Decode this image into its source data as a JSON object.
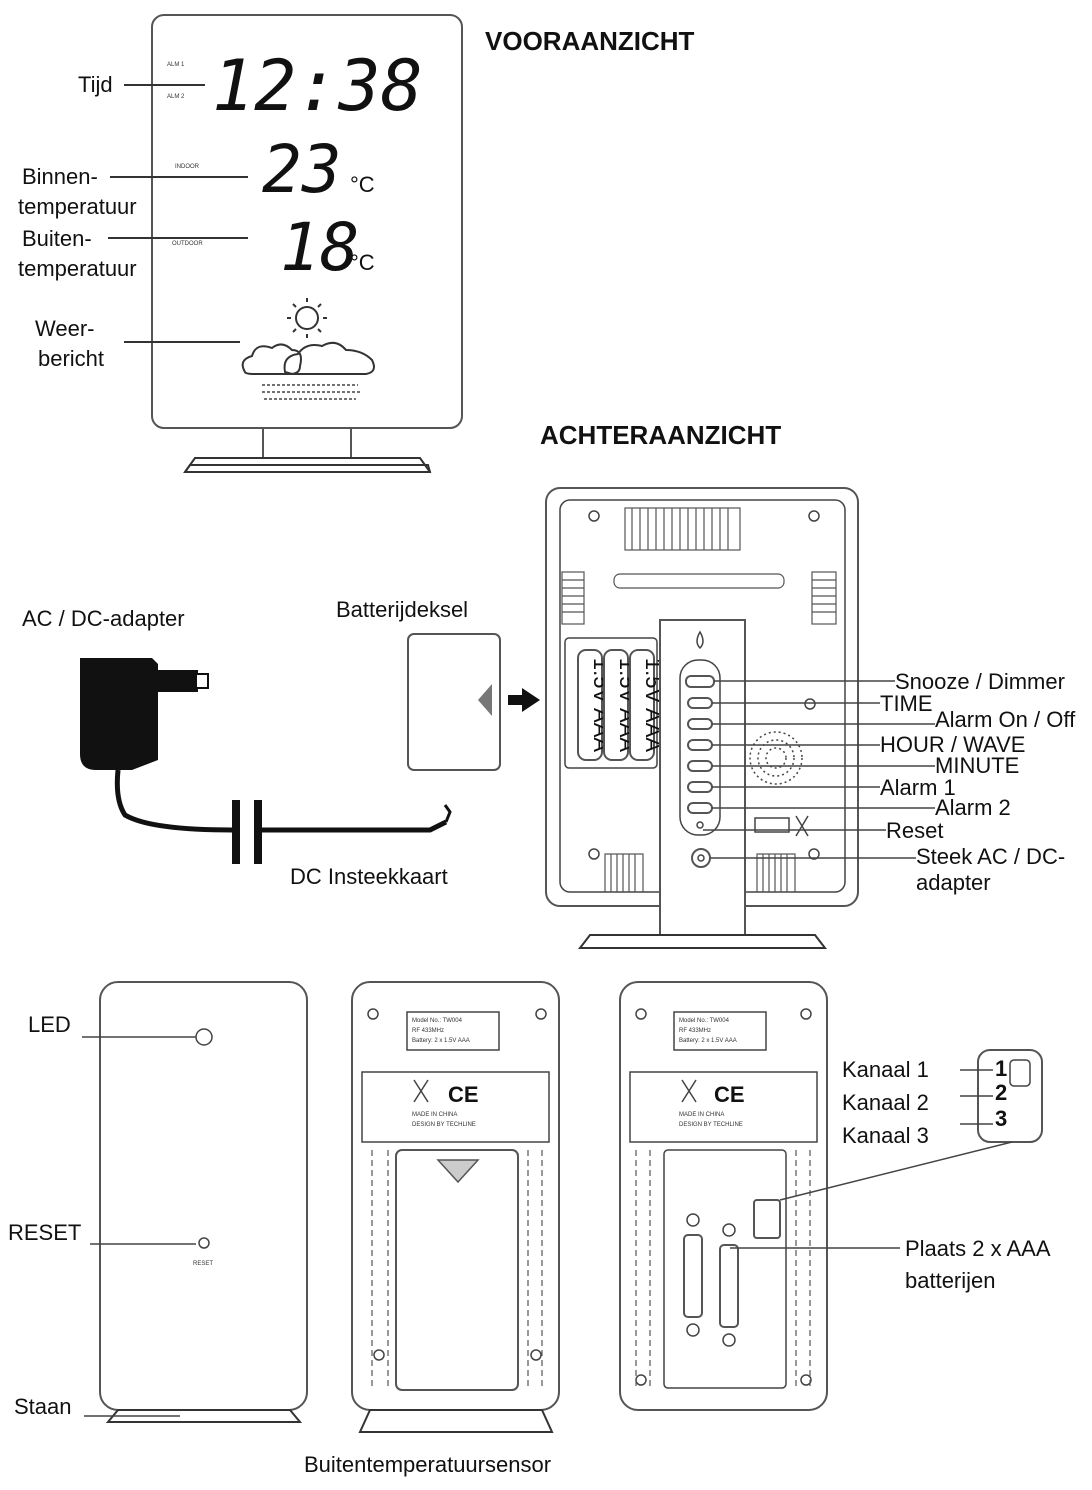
{
  "titles": {
    "front": "VOORAANZICHT",
    "back": "ACHTERAANZICHT",
    "sensor": "Buitentemperatuursensor"
  },
  "front": {
    "labels": {
      "time": "Tijd",
      "indoor_1": "Binnen-",
      "indoor_2": "temperatuur",
      "outdoor_1": "Buiten-",
      "outdoor_2": "temperatuur",
      "weather_1": "Weer-",
      "weather_2": "bericht"
    },
    "display": {
      "time": "12:38",
      "indoor_temp": "23",
      "outdoor_temp": "18",
      "unit": "°C",
      "alarm1": "ALM 1",
      "alarm2": "ALM 2",
      "indoor_tag": "INDOOR",
      "outdoor_tag": "OUTDOOR"
    }
  },
  "adapter": {
    "label": "AC / DC-adapter",
    "plug_label": "DC Insteekkaart"
  },
  "battery_cover": {
    "label": "Batterijdeksel"
  },
  "back": {
    "batteries": [
      "1.5V AAA",
      "1.5V AAA",
      "1.5V AAA"
    ],
    "buttons": [
      {
        "label": "Snooze / Dimmer"
      },
      {
        "label": "TIME"
      },
      {
        "label": "Alarm On / Off"
      },
      {
        "label": "HOUR / WAVE"
      },
      {
        "label": "MINUTE"
      },
      {
        "label": "Alarm 1"
      },
      {
        "label": "Alarm 2"
      },
      {
        "label": "Reset"
      }
    ],
    "dc_label_1": "Steek AC / DC-",
    "dc_label_2": "adapter"
  },
  "sensor": {
    "front_labels": {
      "led": "LED",
      "reset": "RESET",
      "stand": "Staan",
      "reset_tiny": "RESET"
    },
    "plate": {
      "line1": "Model No.: TW004",
      "line2": "RF 433MHz",
      "line3": "Battery: 2 x 1.5V AAA"
    },
    "made_in": "MADE IN CHINA",
    "design_by": "DESIGN BY TECHLINE",
    "ce": "CE",
    "channels": [
      {
        "label": "Kanaal 1",
        "num": "1"
      },
      {
        "label": "Kanaal 2",
        "num": "2"
      },
      {
        "label": "Kanaal 3",
        "num": "3"
      }
    ],
    "battery_label_1": "Plaats 2 x AAA",
    "battery_label_2": "batterijen"
  }
}
